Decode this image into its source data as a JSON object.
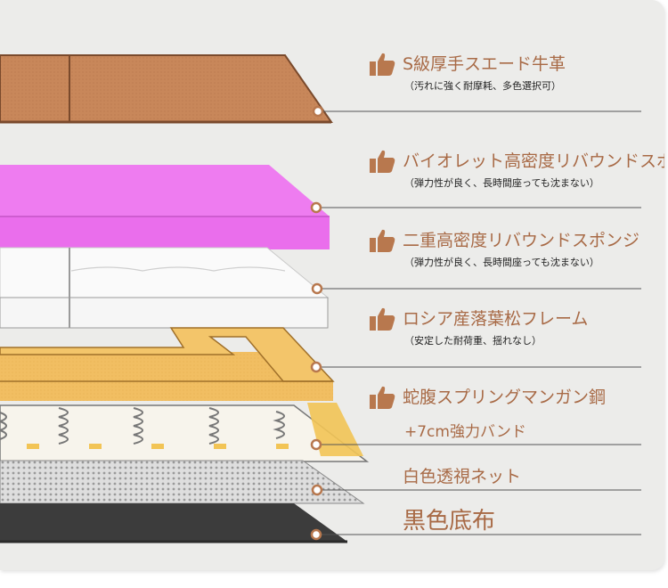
{
  "layers": [
    {
      "title": "S級厚手スエード牛革",
      "subtitle": "（汚れに強く耐摩耗、多色選択可）",
      "icon": "thumbs-up-icon"
    },
    {
      "title": "バイオレット高密度リバウンドスポ",
      "subtitle": "（弾力性が良く、長時間座っても沈まない）",
      "icon": "thumbs-up-icon"
    },
    {
      "title": "二重高密度リバウンドスポンジ",
      "subtitle": "（弾力性が良く、長時間座っても沈まない）",
      "icon": "thumbs-up-icon"
    },
    {
      "title": "ロシア産落葉松フレーム",
      "subtitle": "（安定した耐荷重、揺れなし）",
      "icon": "thumbs-up-icon"
    },
    {
      "title": "蛇腹スプリングマンガン鋼",
      "subtitle": "+7cm強力バンド",
      "icon": "thumbs-up-icon"
    },
    {
      "title": "白色透視ネット"
    },
    {
      "title": "黒色底布"
    }
  ],
  "colors": {
    "accent": "#a86a46",
    "leather": "#c8875a",
    "violet": "#ee7cf0",
    "foam": "#fbfbfb",
    "wood": "#f1be62",
    "spring": "#f3d9a0",
    "mesh": "#dcdcdc",
    "bottom": "#3c3c3c",
    "line": "#555555",
    "marker": "#b8784e"
  }
}
